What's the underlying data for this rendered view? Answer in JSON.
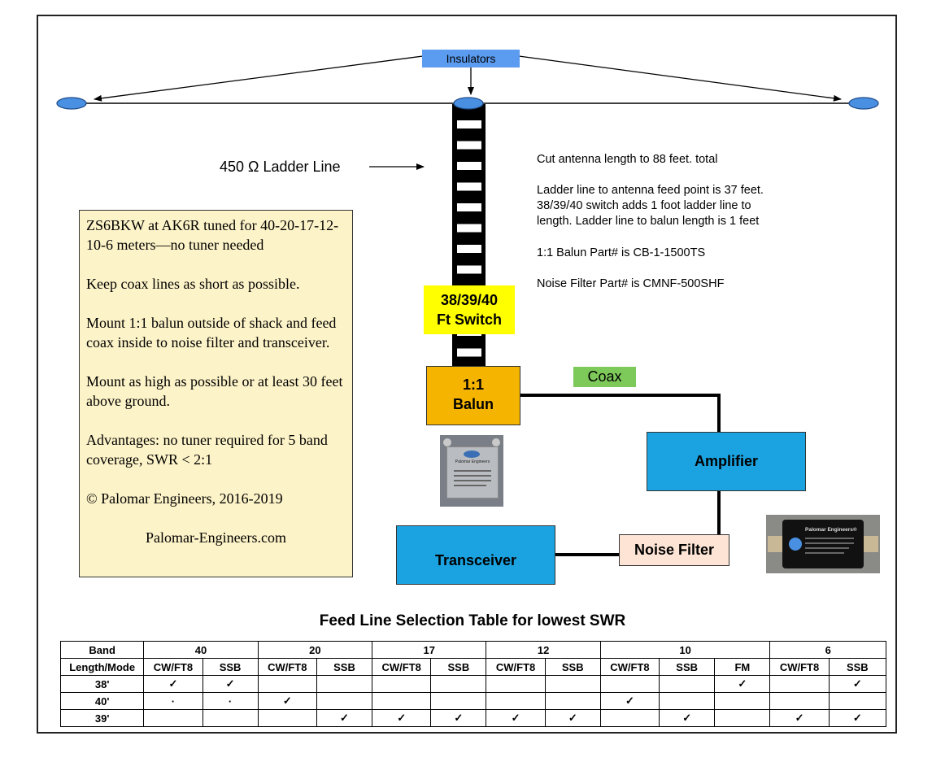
{
  "labels": {
    "insulators": "Insulators",
    "ladder_line": "450 Ω Ladder Line",
    "switch": [
      "38/39/40",
      "Ft Switch"
    ],
    "balun": [
      "1:1",
      "Balun"
    ],
    "coax": "Coax",
    "amplifier": "Amplifier",
    "noise_filter": "Noise Filter",
    "transceiver": "Transceiver"
  },
  "notes": [
    "Cut antenna length to 88 feet. total",
    "Ladder line to antenna feed point is 37 feet.",
    "38/39/40 switch adds 1 foot ladder line to",
    "length. Ladder line to balun length is 1 feet",
    "1:1 Balun Part# is CB-1-1500TS",
    "Noise Filter Part# is CMNF-500SHF"
  ],
  "info_box": {
    "p1": "ZS6BKW at AK6R tuned for 40-20-17-12-10-6 meters—no tuner needed",
    "p2": "Keep coax lines as short as possible.",
    "p3": "Mount 1:1 balun outside of shack and feed coax inside to noise filter and transceiver.",
    "p4": "Mount as high as possible or at least 30 feet above ground.",
    "p5": "Advantages: no tuner required for 5 band coverage, SWR < 2:1",
    "p6": "© Palomar Engineers, 2016-2019",
    "site": "Palomar-Engineers.com"
  },
  "photo_labels": {
    "balun_photo": "Palomar Engineers",
    "filter_photo": "Palomar Engineers®"
  },
  "table": {
    "title": "Feed Line Selection Table for lowest SWR",
    "band_header": "Band",
    "mode_header": "Length/Mode",
    "bands": [
      "40",
      "20",
      "17",
      "12",
      "10",
      "6"
    ],
    "modes": [
      "CW/FT8",
      "SSB",
      "CW/FT8",
      "SSB",
      "CW/FT8",
      "SSB",
      "CW/FT8",
      "SSB",
      "CW/FT8",
      "SSB",
      "FM",
      "CW/FT8",
      "SSB"
    ],
    "rows": [
      {
        "length": "38'",
        "cells": [
          "✓",
          "✓",
          "",
          "",
          "",
          "",
          "",
          "",
          "",
          "",
          "✓",
          "",
          "✓"
        ]
      },
      {
        "length": "40'",
        "cells": [
          "·",
          "·",
          "✓",
          "",
          "",
          "",
          "",
          "",
          "✓",
          "",
          "",
          "",
          ""
        ]
      },
      {
        "length": "39'",
        "cells": [
          "",
          "",
          "",
          "✓",
          "✓",
          "✓",
          "✓",
          "✓",
          "",
          "✓",
          "",
          "✓",
          "✓"
        ]
      }
    ]
  },
  "colors": {
    "insulator": "#4a90e2",
    "insulators_label_bg": "#5b9bf0",
    "switch_bg": "#ffff00",
    "balun_bg": "#f5b400",
    "coax_bg": "#7dc95a",
    "box_blue": "#1aa3e0",
    "noise_filter_bg": "#fde4d4",
    "info_bg": "#fdf3c8"
  }
}
